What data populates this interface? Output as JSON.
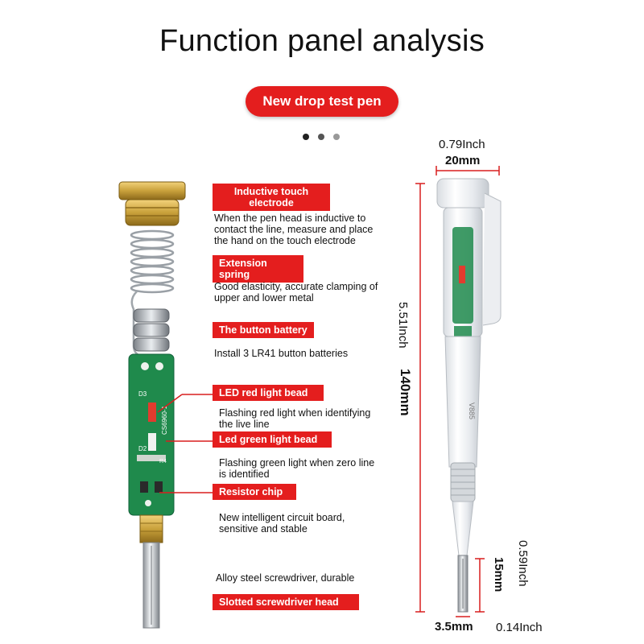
{
  "title": "Function panel analysis",
  "subtitle_pill": "New drop test pen",
  "carousel": {
    "dots": [
      "#222222",
      "#555555",
      "#999999"
    ]
  },
  "callouts": [
    {
      "label": "Inductive touch electrode",
      "label_line1": "Inductive touch",
      "label_line2": "electrode",
      "desc_line1": "When the pen head is inductive to",
      "desc_line2": "contact the line, measure and place",
      "desc_line3": "the hand on the touch electrode"
    },
    {
      "label": "Extension spring",
      "desc_line1": "Good elasticity, accurate clamping of",
      "desc_line2": "upper and lower metal"
    },
    {
      "label": "The button battery",
      "desc_line1": "Install 3 LR41 button batteries"
    },
    {
      "label": "LED red light bead",
      "desc_line1": "Flashing red light when identifying",
      "desc_line2": "the live line"
    },
    {
      "label": "Led green light bead",
      "desc_line1": "Flashing green light when zero line",
      "desc_line2": "is identified"
    },
    {
      "label": "Resistor chip",
      "desc_line1": "New intelligent circuit board,",
      "desc_line2": "sensitive and stable"
    },
    {
      "label": "Slotted screwdriver head",
      "desc_above": "Alloy steel screwdriver, durable"
    }
  ],
  "dimensions": {
    "width_inch": "0.79Inch",
    "width_mm": "20mm",
    "length_inch": "5.51Inch",
    "length_mm": "140mm",
    "tip_len_inch": "0.59Inch",
    "tip_len_mm": "15mm",
    "tip_w_mm": "3.5mm",
    "tip_w_inch": "0.14Inch"
  },
  "pcb_text": {
    "model": "CS6960-1",
    "d3": "D3",
    "d2": "D2",
    "r4": "R4",
    "pen_model": "V885"
  },
  "colors": {
    "accent_red": "#e41e1e",
    "pcb_green": "#1f8a4c",
    "brass": "#c9a13b"
  }
}
